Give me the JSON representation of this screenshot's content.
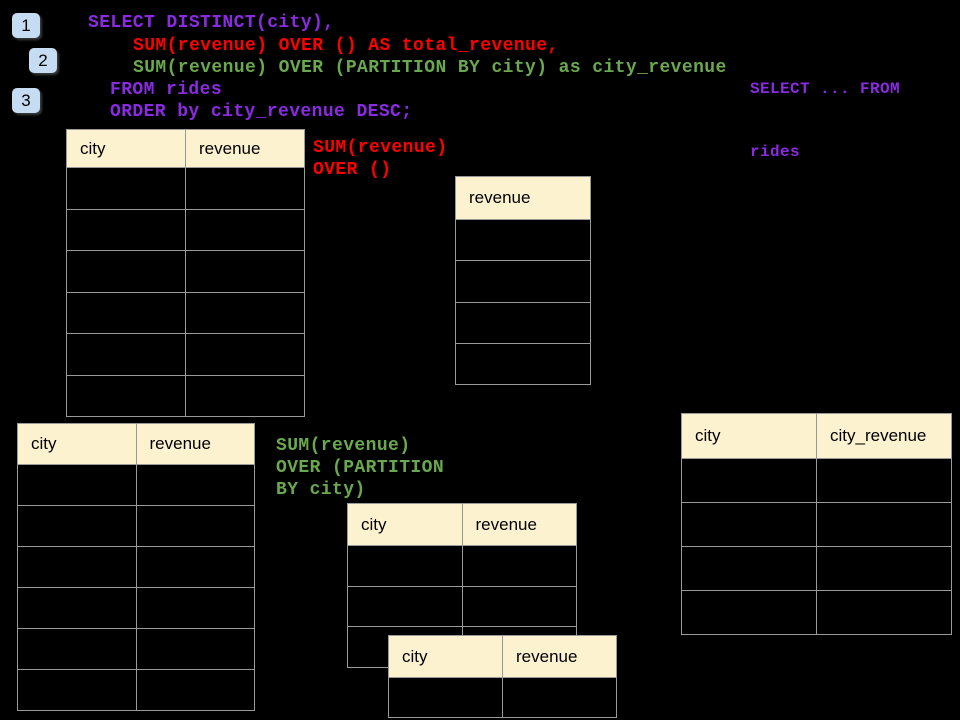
{
  "badges": [
    "1",
    "2",
    "3"
  ],
  "code": {
    "lines": [
      {
        "text": "SELECT DISTINCT(city),",
        "color": "purple"
      },
      {
        "text": "SUM(revenue) OVER () AS total_revenue,",
        "color": "red"
      },
      {
        "text": "SUM(revenue) OVER (PARTITION BY city) as city_revenue",
        "color": "green"
      },
      {
        "text": "FROM rides",
        "color": "purple"
      },
      {
        "text": "ORDER by city_revenue DESC;",
        "color": "purple"
      }
    ]
  },
  "side_note": {
    "lines": [
      "SELECT ... FROM",
      "rides"
    ]
  },
  "labels": {
    "total": {
      "lines": [
        "SUM(revenue)",
        "OVER ()"
      ],
      "color": "red"
    },
    "partition": {
      "lines": [
        "SUM(revenue)",
        "OVER (PARTITION",
        "BY city)"
      ],
      "color": "green"
    }
  },
  "tables": {
    "source_top": {
      "headers": [
        "city",
        "revenue"
      ],
      "empty_rows": 6
    },
    "total_result": {
      "headers": [
        "revenue"
      ],
      "empty_rows": 4
    },
    "source_bottom": {
      "headers": [
        "city",
        "revenue"
      ],
      "empty_rows": 6
    },
    "partition_mid": {
      "headers": [
        "city",
        "revenue"
      ],
      "empty_rows": 3
    },
    "partition_overlay": {
      "headers": [
        "city",
        "revenue"
      ],
      "empty_rows": 1
    },
    "city_revenue_result": {
      "headers": [
        "city",
        "city_revenue"
      ],
      "empty_rows": 4
    }
  },
  "colors": {
    "purple": "#8A2BE2",
    "red": "#FF0000",
    "green": "#6AA84F",
    "cream": "#FDF2D0",
    "border": "#999999",
    "blue": "#C5DCF2",
    "bg": "#000000"
  }
}
